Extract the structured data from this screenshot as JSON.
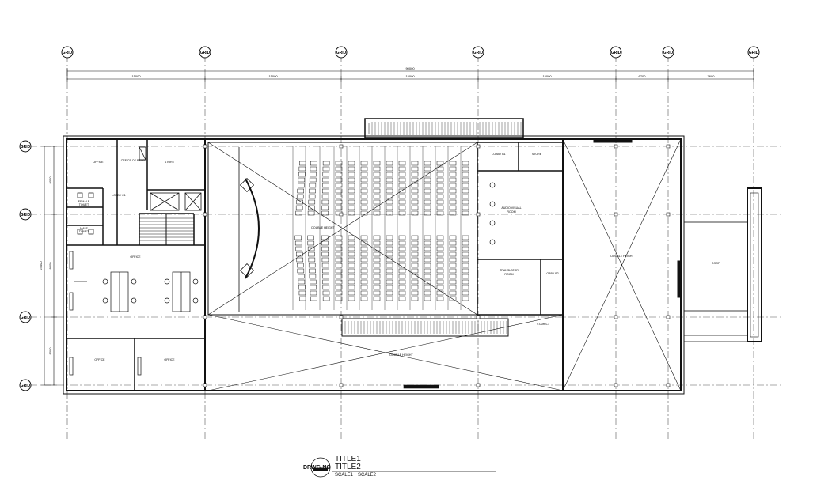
{
  "grid_labels": {
    "top": [
      "GRID",
      "GRID",
      "GRID",
      "GRID",
      "GRID",
      "GRID",
      "GRID"
    ],
    "left": [
      "GRID",
      "GRID",
      "GRID",
      "GRID"
    ]
  },
  "dimensions": {
    "overall": "90000",
    "top_segments": [
      "15000",
      "15000",
      "15000",
      "15000",
      "6700",
      "7600"
    ],
    "left_segments": [
      "8000",
      "8000",
      "8000"
    ],
    "left_total": "24000"
  },
  "rooms": {
    "office_top_left": "OFFICE",
    "office_of_prod": "OFFICE OF PROD",
    "store": "STORE",
    "female_toilet": "FEMALE\nTOILET",
    "male_toilet": "MALE\nTOILET",
    "lobby_a": "LOBBY C1",
    "office_open": "OFFICE",
    "office_bl1": "OFFICE",
    "office_bl2": "OFFICE",
    "double_height_hall": "DOUBLE HEIGHT",
    "lobby_b": "LOBBY B1",
    "store_right": "STORE",
    "audio_visual": "AUDIO VISUAL\nROOM",
    "translator": "TRANSLATOR\nROOM",
    "lobby_c": "LOBBY B2",
    "stairs": "STAIRS-1",
    "double_height_bottom": "DOUBLE HEIGHT",
    "double_height_right": "DOUBLE HEIGHT",
    "roof": "ROOF"
  },
  "title_block": {
    "title1": "TITLE1",
    "title2": "TITLE2",
    "drawing_no": "DRWG-NO",
    "scale1": "SCALE1",
    "scale2": "SCALE2"
  }
}
